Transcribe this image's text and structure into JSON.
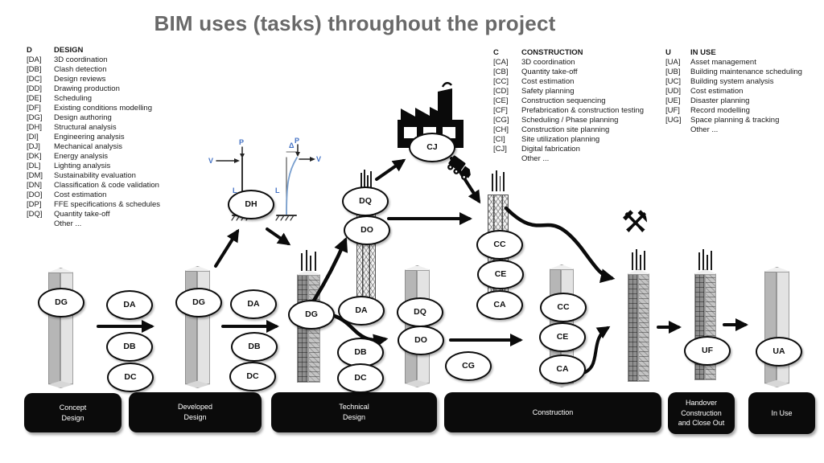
{
  "title": "BIM uses (tasks) throughout the project",
  "legends": {
    "design": {
      "code": "D",
      "heading": "DESIGN",
      "items": [
        {
          "code": "[DA]",
          "label": "3D coordination"
        },
        {
          "code": "[DB]",
          "label": "Clash detection"
        },
        {
          "code": "[DC]",
          "label": "Design reviews"
        },
        {
          "code": "[DD]",
          "label": "Drawing production"
        },
        {
          "code": "[DE]",
          "label": "Scheduling"
        },
        {
          "code": "[DF]",
          "label": "Existing conditions modelling"
        },
        {
          "code": "[DG]",
          "label": "Design authoring"
        },
        {
          "code": "[DH]",
          "label": "Structural analysis"
        },
        {
          "code": "[DI]",
          "label": "Engineering analysis"
        },
        {
          "code": "[DJ]",
          "label": "Mechanical analysis"
        },
        {
          "code": "[DK]",
          "label": "Energy analysis"
        },
        {
          "code": "[DL]",
          "label": "Lighting analysis"
        },
        {
          "code": "[DM]",
          "label": "Sustainability evaluation"
        },
        {
          "code": "[DN]",
          "label": "Classification & code validation"
        },
        {
          "code": "[DO]",
          "label": "Cost estimation"
        },
        {
          "code": "[DP]",
          "label": "FFE specifications & schedules"
        },
        {
          "code": "[DQ]",
          "label": "Quantity take-off"
        },
        {
          "code": "",
          "label": "Other ..."
        }
      ]
    },
    "construction": {
      "code": "C",
      "heading": "CONSTRUCTION",
      "items": [
        {
          "code": "[CA]",
          "label": "3D coordination"
        },
        {
          "code": "[CB]",
          "label": "Quantity take-off"
        },
        {
          "code": "[CC]",
          "label": "Cost estimation"
        },
        {
          "code": "[CD]",
          "label": "Safety planning"
        },
        {
          "code": "[CE]",
          "label": "Construction sequencing"
        },
        {
          "code": "[CF]",
          "label": "Prefabrication & construction testing"
        },
        {
          "code": "[CG]",
          "label": "Scheduling / Phase planning"
        },
        {
          "code": "[CH]",
          "label": "Construction site planning"
        },
        {
          "code": "[CI]",
          "label": "Site utilization planning"
        },
        {
          "code": "[CJ]",
          "label": "Digital fabrication"
        },
        {
          "code": "",
          "label": "Other ..."
        }
      ]
    },
    "in_use": {
      "code": "U",
      "heading": "IN USE",
      "items": [
        {
          "code": "[UA]",
          "label": "Asset management"
        },
        {
          "code": "[UB]",
          "label": "Building maintenance scheduling"
        },
        {
          "code": "[UC]",
          "label": "Building system analysis"
        },
        {
          "code": "[UD]",
          "label": "Cost estimation"
        },
        {
          "code": "[UE]",
          "label": "Disaster planning"
        },
        {
          "code": "[UF]",
          "label": "Record modelling"
        },
        {
          "code": "[UG]",
          "label": "Space planning & tracking"
        },
        {
          "code": "",
          "label": "Other ..."
        }
      ]
    }
  },
  "nodes": {
    "dg1": "DG",
    "da1": "DA",
    "db1": "DB",
    "dc1": "DC",
    "dg2": "DG",
    "da2": "DA",
    "db2": "DB",
    "dc2": "DC",
    "dh": "DH",
    "dg3": "DG",
    "dq1": "DQ",
    "do1": "DO",
    "da3": "DA",
    "db3": "DB",
    "dc3": "DC",
    "dq2": "DQ",
    "do2": "DO",
    "cj": "CJ",
    "cg": "CG",
    "cc1": "CC",
    "ce1": "CE",
    "ca1": "CA",
    "cc2": "CC",
    "ce2": "CE",
    "ca2": "CA",
    "uf": "UF",
    "ua": "UA"
  },
  "phases": [
    "Concept\nDesign",
    "Developed\nDesign",
    "Technical\nDesign",
    "Construction",
    "Handover\nConstruction\nand Close Out",
    "In Use"
  ],
  "struct_diagram": {
    "p": "P",
    "v": "V",
    "l": "L",
    "delta": "Δ"
  },
  "icons": {
    "hammer_wrench": "⚒"
  },
  "colors": {
    "title": "#696969",
    "accent_blue": "#4472c4",
    "bar_bg": "#0b0b0b",
    "bar_text": "#ffffff"
  }
}
